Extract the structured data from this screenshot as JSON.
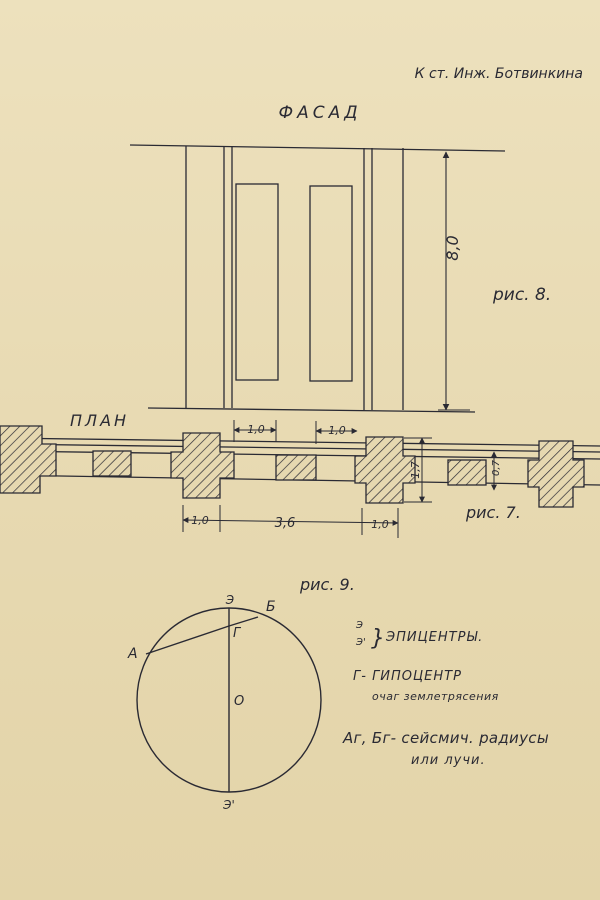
{
  "header": {
    "author": "К ст. Инж. Ботвинкина"
  },
  "fig8": {
    "title": "ФАСАД",
    "caption": "рис. 8.",
    "height_label": "8,0"
  },
  "fig7": {
    "title": "ПЛАН",
    "caption": "рис. 7.",
    "top_dim_1": "1,0",
    "top_dim_2": "1,0",
    "bottom_dim_left": "1,0",
    "bottom_dim_mid": "3,6",
    "bottom_dim_right": "1,0",
    "side_dim_pier": "1,7",
    "side_dim_wall": "0,7"
  },
  "fig9": {
    "caption": "рис. 9.",
    "point_E": "Э",
    "point_E_prime": "Э'",
    "point_B": "Б",
    "point_A": "А",
    "point_G": "Г",
    "point_O": "О",
    "legend": {
      "epicenters_labels": [
        "Э",
        "Э'"
      ],
      "epicenters": "ЭПИЦЕНТРЫ.",
      "hypocenter": "Г- ГИПОЦЕНТР",
      "hypocenter_note": "очаг землетрясения",
      "rays_line1": "Аг, Бг- сейсмич. радиусы",
      "rays_line2": "или лучи."
    }
  },
  "colors": {
    "ink": "#2a2a33",
    "paper": "#e9dcb6"
  }
}
